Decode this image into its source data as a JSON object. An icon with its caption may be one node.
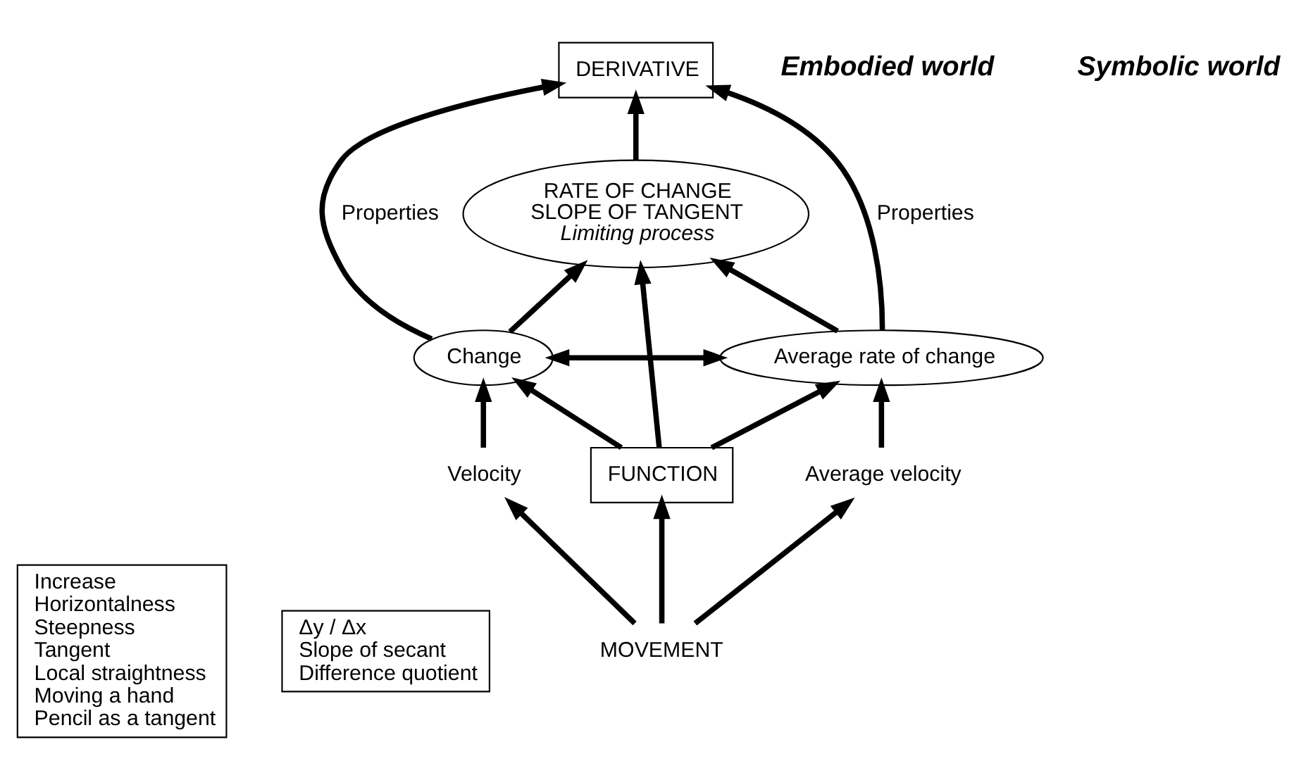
{
  "diagram": {
    "nodes": [
      {
        "text": [
          "DERIVATIVE"
        ]
      },
      {
        "text": [
          "RATE OF CHANGE",
          "SLOPE OF TANGENT",
          "Limiting process"
        ]
      },
      {
        "text": [
          "Change"
        ]
      },
      {
        "text": [
          "Average rate of change"
        ]
      },
      {
        "text": [
          "Increase",
          "Horizontalness",
          "Steepness",
          "Tangent",
          "Local straightness",
          "Moving a hand",
          "Pencil as a tangent"
        ]
      },
      {
        "text": [
          "Δy / Δx",
          "Slope of secant",
          "Difference quotient"
        ]
      },
      {
        "text": [
          "FUNCTION"
        ]
      },
      {
        "text": [
          "Velocity"
        ]
      },
      {
        "text": [
          "Average velocity"
        ]
      },
      {
        "text": [
          "MOVEMENT"
        ]
      }
    ],
    "edges": [
      {
        "from": 1,
        "to": 0,
        "arrow": "to"
      },
      {
        "from": 2,
        "to": 0,
        "arrow": "to",
        "label": "Properties"
      },
      {
        "from": 3,
        "to": 0,
        "arrow": "to",
        "label": "Properties"
      },
      {
        "from": 2,
        "to": 1,
        "arrow": "to"
      },
      {
        "from": 3,
        "to": 1,
        "arrow": "to"
      },
      {
        "from": 6,
        "to": 1,
        "arrow": "to"
      },
      {
        "from": 2,
        "to": 3,
        "arrow": "both"
      },
      {
        "from": 6,
        "to": 2,
        "arrow": "to"
      },
      {
        "from": 6,
        "to": 3,
        "arrow": "to"
      },
      {
        "from": 7,
        "to": 2,
        "arrow": "to"
      },
      {
        "from": 8,
        "to": 3,
        "arrow": "to"
      },
      {
        "from": 9,
        "to": 7,
        "arrow": "to"
      },
      {
        "from": 9,
        "to": 6,
        "arrow": "to"
      },
      {
        "from": 9,
        "to": 8,
        "arrow": "to"
      }
    ],
    "labels": [
      "Embodied world",
      "Symbolic world"
    ]
  }
}
